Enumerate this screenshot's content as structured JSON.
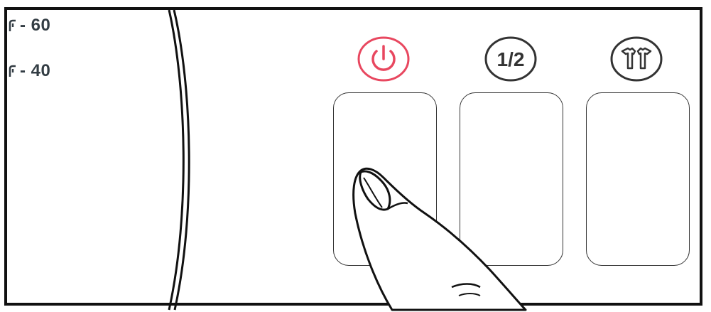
{
  "panel": {
    "temperature_options": [
      {
        "label": "- 60"
      },
      {
        "label": "- 40"
      }
    ],
    "buttons": [
      {
        "label": "",
        "icon": "power-icon",
        "color": "#e8475f",
        "state": "pressed"
      },
      {
        "label": "1/2",
        "icon": "half-load-icon",
        "color": "#333333"
      },
      {
        "label": "",
        "icon": "shirt-pair-icon",
        "color": "#333333"
      }
    ]
  }
}
